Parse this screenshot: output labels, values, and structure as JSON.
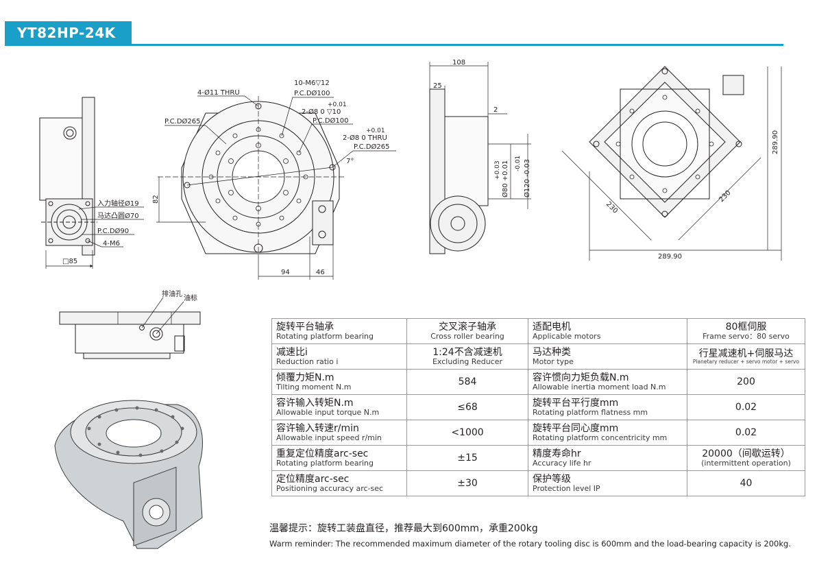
{
  "header": {
    "model": "YT82HP-24K"
  },
  "drawing": {
    "front_labels": {
      "holes_thru": "4-Ø11 THRU",
      "m6_depth": "10-M6▽12",
      "pcd100_a": "P.C.DØ100",
      "tol_001_a": "+0.01",
      "pin_hole_a": "2-Ø8    0    ▽10",
      "pcd100_b": "P.C.DØ100",
      "tol_001_b": "+0.01",
      "pin_hole_b": "2-Ø8    0    THRU",
      "pcd265_b": "P.C.DØ265",
      "pcd265_a": "P.C.DØ265",
      "angle": "7°",
      "dim_82": "82",
      "dim_94": "94",
      "dim_46": "46"
    },
    "left_labels": {
      "input_shaft": "入力轴径Ø19",
      "motor_boss": "马达凸圆Ø70",
      "pcd90": "P.C.DØ90",
      "m6": "4-M6",
      "square": "□85"
    },
    "side_labels": {
      "dim_108": "108",
      "dim_25": "25",
      "dim_2": "2",
      "dia80": "Ø80 +0.01",
      "dia80_tol": "+0.03",
      "dia120": "Ø120 -0.03",
      "dia120_tol": "-0.01"
    },
    "top_labels": {
      "dim_28990_h": "289.90",
      "dim_28990_v": "289.90",
      "dim_230_a": "230",
      "dim_230_b": "230"
    },
    "bottom_labels": {
      "drain_hole": "排油孔",
      "oil_mark": "油标"
    }
  },
  "spec_table": {
    "rows": [
      [
        {
          "zh": "旋转平台轴承",
          "en": "Rotating platform bearing"
        },
        {
          "zh": "交叉滚子轴承",
          "en": "Cross roller bearing"
        },
        {
          "zh": "适配电机",
          "en": "Applicable motors"
        },
        {
          "zh": "80框伺服",
          "en": "Frame servo：80 servo"
        }
      ],
      [
        {
          "zh": "减速比i",
          "en": "Reduction ratio i"
        },
        {
          "zh": "1:24不含减速机",
          "en": "Excluding Reducer"
        },
        {
          "zh": "马达种类",
          "en": "Motor type"
        },
        {
          "zh": "行星减速机+伺服马达",
          "en": "Planetary reducer + servo motor + servo"
        }
      ],
      [
        {
          "zh": "倾覆力矩N.m",
          "en": "Tilting moment N.m"
        },
        {
          "zh": "584",
          "en": ""
        },
        {
          "zh": "容许惯向力矩负载N.m",
          "en": "Allowable inertia moment load N.m"
        },
        {
          "zh": "200",
          "en": ""
        }
      ],
      [
        {
          "zh": "容许输入转矩N.m",
          "en": "Allowable input torque N.m"
        },
        {
          "zh": "≤68",
          "en": ""
        },
        {
          "zh": "旋转平台平行度mm",
          "en": "Rotating platform flatness mm"
        },
        {
          "zh": "0.02",
          "en": ""
        }
      ],
      [
        {
          "zh": "容许输入转速r/min",
          "en": "Allowable input speed r/min"
        },
        {
          "zh": "<1000",
          "en": ""
        },
        {
          "zh": "旋转平台同心度mm",
          "en": "Rotating platform concentricity mm"
        },
        {
          "zh": "0.02",
          "en": ""
        }
      ],
      [
        {
          "zh": "重复定位精度arc-sec",
          "en": "Rotating platform bearing"
        },
        {
          "zh": "±15",
          "en": ""
        },
        {
          "zh": "精度寿命hr",
          "en": "Accuracy life hr"
        },
        {
          "zh": "20000（间歇运转）",
          "en": "(intermittent operation)"
        }
      ],
      [
        {
          "zh": "定位精度arc-sec",
          "en": "Positioning accuracy arc-sec"
        },
        {
          "zh": "±30",
          "en": ""
        },
        {
          "zh": "保护等级",
          "en": "Protection level IP"
        },
        {
          "zh": "40",
          "en": ""
        }
      ]
    ]
  },
  "notes": {
    "zh": "温馨提示：旋转工装盘直径，推荐最大到600mm，承重200kg",
    "en": "Warm reminder: The recommended maximum diameter of the rotary tooling disc is 600mm and the load-bearing capacity is 200kg."
  }
}
